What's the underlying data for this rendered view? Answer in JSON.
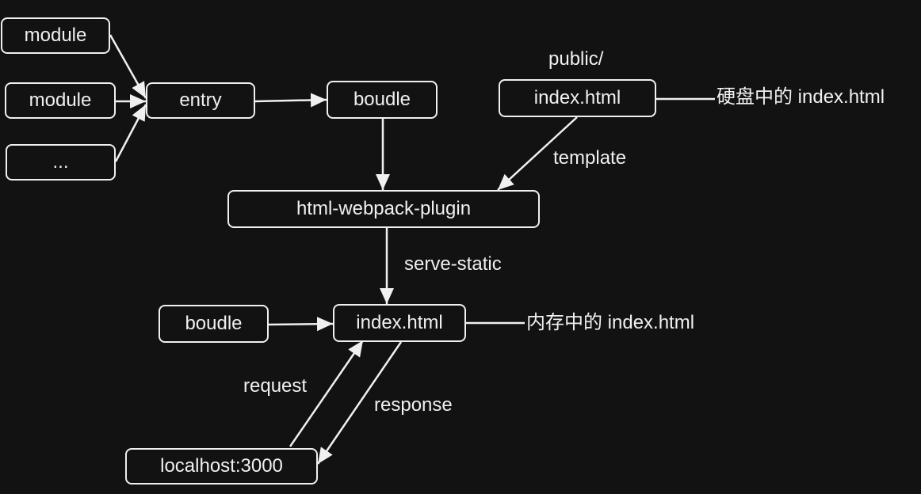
{
  "colors": {
    "background": "#121212",
    "stroke": "#f0f0f0",
    "text": "#f0f0f0"
  },
  "nodes": {
    "module_1": "module",
    "module_2": "module",
    "ellipsis": "...",
    "entry": "entry",
    "bundle_top": "boudle",
    "public_index": "index.html",
    "plugin": "html-webpack-plugin",
    "bundle_bottom": "boudle",
    "memory_index": "index.html",
    "localhost": "localhost:3000"
  },
  "labels": {
    "public_dir": "public/",
    "disk_index": "硬盘中的 index.html",
    "template": "template",
    "serve_static": "serve-static",
    "memory_index_note": "内存中的 index.html",
    "request": "request",
    "response": "response"
  }
}
